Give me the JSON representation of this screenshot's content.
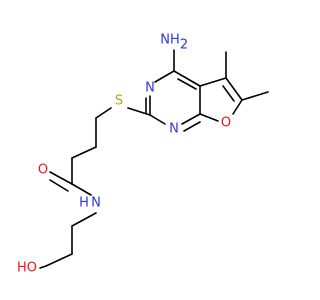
{
  "colors": {
    "background": "#ffffff",
    "bond": "#000000",
    "nitrogen": "#2b39e0",
    "oxygen": "#e01a1a",
    "sulfur": "#b5a21a"
  },
  "atoms": {
    "amino_label": "NH",
    "amino_sub": "2",
    "n_ring_top": "N",
    "n_ring_bottom": "N",
    "o_furan": "O",
    "s_thioether": "S",
    "o_carbonyl": "O",
    "n_amide": "N",
    "h_amide": "H",
    "o_hydroxyl": "HO"
  }
}
